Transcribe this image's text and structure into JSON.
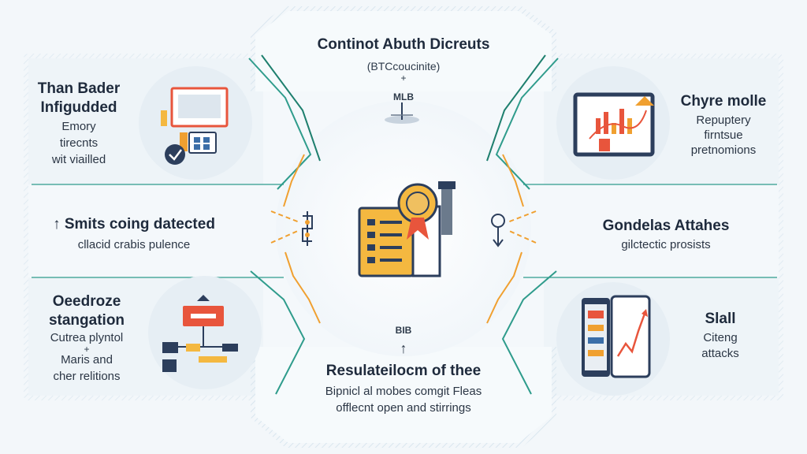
{
  "top": {
    "title": "Continot Abuth Dicreuts",
    "subtitle": "(BTCcoucinite)",
    "plus": "+",
    "tag": "MLB"
  },
  "bottom": {
    "tag": "BIB",
    "arrow": "↑",
    "title": "Resulateilocm of thee",
    "line1": "Bipnicl al mobes comgit Fleas",
    "line2": "offlecnt open and stirrings"
  },
  "left_top": {
    "title1": "Than Bader",
    "title2": "Infigudded",
    "line1": "Emory",
    "line2": "tirecnts",
    "line3": "wit viailled"
  },
  "left_mid": {
    "title": "↑ Smits coing datected",
    "sub": "cllacid crabis pulence"
  },
  "left_bot": {
    "title1": "Oeedroze",
    "title2": "stangation",
    "line1": "Cutrea plyntol",
    "plus": "+",
    "line2": "Maris and",
    "line3": "cher relitions"
  },
  "right_top": {
    "title": "Chyre molle",
    "line1": "Repuptery",
    "line2": "firntsue",
    "line3": "pretnomions"
  },
  "right_mid": {
    "title": "Gondelas Attahes",
    "sub": "gilctectic prosists"
  },
  "right_bot": {
    "title": "Slall",
    "line1": "Citeng",
    "line2": "attacks"
  },
  "colors": {
    "accent_orange": "#f0a030",
    "accent_red": "#e8553c",
    "accent_yellow": "#f4b840",
    "navy": "#2c3e5c",
    "green": "#2fa87a",
    "teal_line": "#2f9c8c"
  },
  "icons": [
    "laptop-icon",
    "checklist-icon",
    "certificate-icon",
    "monitor-chart-icon",
    "phone-chart-icon",
    "dollar-icon"
  ]
}
